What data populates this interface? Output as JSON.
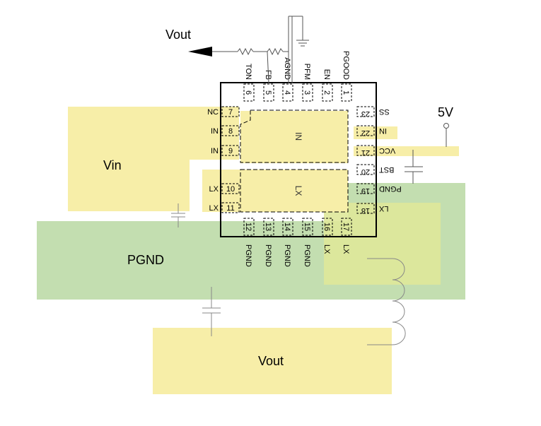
{
  "colors": {
    "yellow": "#f7eea8",
    "green": "#c3deb0",
    "overlap": "#dfe89a",
    "line": "#000000",
    "wire": "#888888"
  },
  "labels": {
    "vout_top": "Vout",
    "v5": "5V",
    "vin": "Vin",
    "pgnd": "PGND",
    "vout_bottom": "Vout",
    "pad_in": "IN",
    "pad_lx": "LX"
  },
  "pins": [
    {
      "num": "1",
      "name": "PGOOD"
    },
    {
      "num": "2",
      "name": "EN"
    },
    {
      "num": "3",
      "name": "PFM"
    },
    {
      "num": "4",
      "name": "AGND"
    },
    {
      "num": "5",
      "name": "FB"
    },
    {
      "num": "6",
      "name": "TON"
    },
    {
      "num": "7",
      "name": "NC"
    },
    {
      "num": "8",
      "name": "IN"
    },
    {
      "num": "9",
      "name": "IN"
    },
    {
      "num": "10",
      "name": "LX"
    },
    {
      "num": "11",
      "name": "LX"
    },
    {
      "num": "12",
      "name": "PGND"
    },
    {
      "num": "13",
      "name": "PGND"
    },
    {
      "num": "14",
      "name": "PGND"
    },
    {
      "num": "15",
      "name": "PGND"
    },
    {
      "num": "16",
      "name": "LX"
    },
    {
      "num": "17",
      "name": "LX"
    },
    {
      "num": "18",
      "name": "LX"
    },
    {
      "num": "19",
      "name": "PGND"
    },
    {
      "num": "20",
      "name": "BST"
    },
    {
      "num": "21",
      "name": "VCC"
    },
    {
      "num": "22",
      "name": "IN"
    },
    {
      "num": "23",
      "name": "SS"
    }
  ]
}
